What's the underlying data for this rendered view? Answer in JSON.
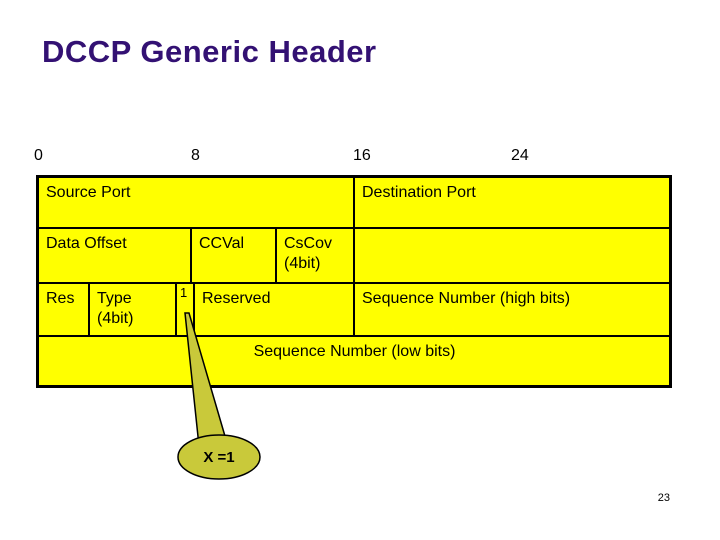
{
  "slide": {
    "title": "DCCP Generic Header",
    "page_number": "23"
  },
  "bits": [
    "0",
    "8",
    "16",
    "24"
  ],
  "fields": {
    "source_port": "Source Port",
    "destination_port": "Destination Port",
    "data_offset": "Data Offset",
    "ccval": "CCVal",
    "cscov_line1": "CsCov",
    "cscov_line2": "(4bit)",
    "res": "Res",
    "type_line1": "Type",
    "type_line2": "(4bit)",
    "x_bit": "1",
    "reserved": "Reserved",
    "seq_high": "Sequence Number (high bits)",
    "seq_low": "Sequence Number (low bits)"
  },
  "callout": {
    "label": "X =1"
  },
  "colors": {
    "cell_fill": "#FFFF00",
    "callout_fill": "#C9C93A",
    "title_color": "#331173",
    "border": "#000000"
  }
}
